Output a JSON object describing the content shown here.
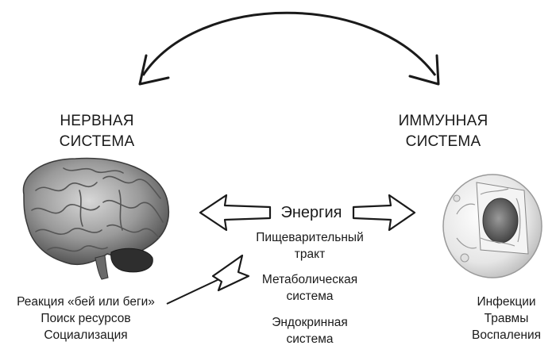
{
  "nervous": {
    "line1": "НЕРВНАЯ",
    "line2": "СИСТЕМА"
  },
  "immune": {
    "line1": "ИММУННАЯ",
    "line2": "СИСТЕМА"
  },
  "center": {
    "energy": "Энергия",
    "digestive": {
      "line1": "Пищеварительный",
      "line2": "тракт"
    },
    "metabolic": {
      "line1": "Метаболическая",
      "line2": "система"
    },
    "endocrine": {
      "line1": "Эндокринная",
      "line2": "система"
    }
  },
  "nervous_list": [
    "Реакция «бей или беги»",
    "Поиск ресурсов",
    "Социализация"
  ],
  "immune_list": [
    "Инфекции",
    "Травмы",
    "Воспаления"
  ]
}
